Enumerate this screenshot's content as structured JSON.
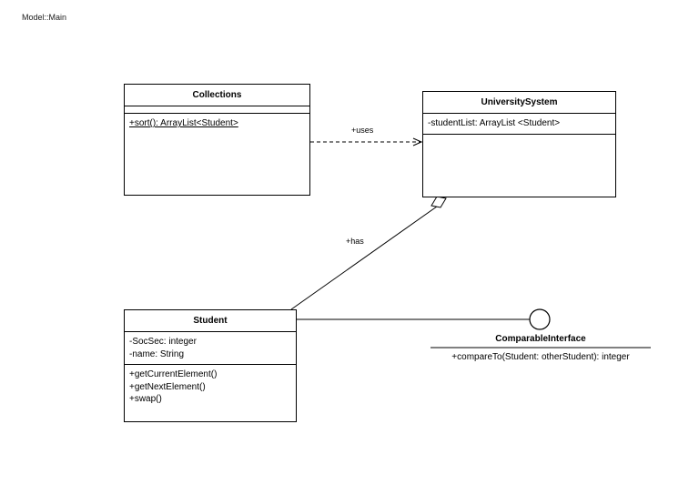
{
  "diagram": {
    "model_label": "Model::Main",
    "classes": [
      {
        "id": "collections",
        "name": "Collections",
        "attributes": [],
        "methods": [
          {
            "text": "+sort(): ArrayList<Student>",
            "static": true
          }
        ]
      },
      {
        "id": "university-system",
        "name": "UniversitySystem",
        "attributes": [
          {
            "text": "-studentList: ArrayList <Student>",
            "static": false
          }
        ],
        "methods": []
      },
      {
        "id": "student",
        "name": "Student",
        "attributes": [
          {
            "text": "-SocSec: integer",
            "static": false
          },
          {
            "text": "-name: String",
            "static": false
          }
        ],
        "methods": [
          {
            "text": "+getCurrentElement()",
            "static": false
          },
          {
            "text": "+getNextElement()",
            "static": false
          },
          {
            "text": "+swap()",
            "static": false
          }
        ]
      }
    ],
    "interface": {
      "id": "comparable-interface",
      "name": "ComparableInterface",
      "operation": "+compareTo(Student: otherStudent): integer"
    },
    "relationships": [
      {
        "id": "uses",
        "label": "+uses",
        "type": "dependency",
        "from": "Collections",
        "to": "UniversitySystem"
      },
      {
        "id": "has",
        "label": "+has",
        "type": "aggregation",
        "from": "UniversitySystem",
        "to": "Student"
      },
      {
        "id": "realization",
        "label": "",
        "type": "lollipop",
        "from": "Student",
        "to": "ComparableInterface"
      }
    ],
    "colors": {
      "stroke": "#000000",
      "fill": "#ffffff",
      "text": "#000000"
    }
  }
}
